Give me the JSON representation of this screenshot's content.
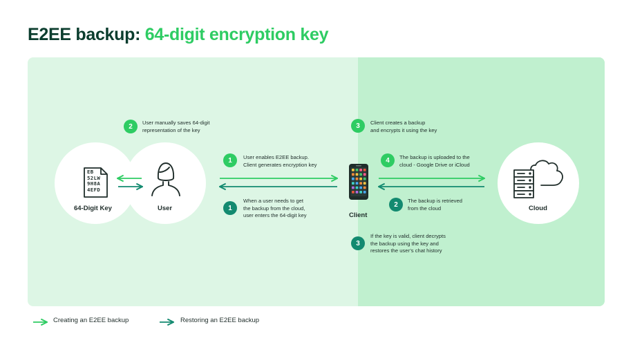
{
  "title": {
    "part1": "E2EE backup:",
    "part2": "64-digit encryption key"
  },
  "nodes": {
    "key": {
      "label": "64-Digit Key",
      "letters": [
        "EB",
        "52LW",
        "9H8A",
        "4EFD"
      ]
    },
    "user": {
      "label": "User"
    },
    "client": {
      "label": "Client"
    },
    "cloud": {
      "label": "Cloud"
    }
  },
  "steps": {
    "save_key": {
      "num": "2",
      "lines": [
        "User manually saves 64-digit",
        "representation of the key"
      ]
    },
    "enable_backup": {
      "num": "1",
      "lines": [
        "User enables E2EE backup.",
        "Client generates encryption key"
      ]
    },
    "enter_key": {
      "num": "1",
      "lines": [
        "When a user needs to get",
        "the backup from the cloud,",
        "user enters the 64-digit key"
      ]
    },
    "create_backup": {
      "num": "3",
      "lines": [
        "Client creates a backup",
        "and encrypts it using the key"
      ]
    },
    "upload": {
      "num": "4",
      "lines": [
        "The backup is uploaded to the",
        "cloud - Google Drive or iCloud"
      ]
    },
    "retrieve": {
      "num": "2",
      "lines": [
        "The backup is retrieved",
        "from the cloud"
      ]
    },
    "decrypt": {
      "num": "3",
      "lines": [
        "If the key is valid, client decrypts",
        "the backup using the key and",
        "restores the user’s chat history"
      ]
    }
  },
  "legend": {
    "create": "Creating an E2EE backup",
    "restore": "Restoring an E2EE backup"
  },
  "colors": {
    "create_arrow": "#2ecc63",
    "restore_arrow": "#138a70",
    "panel_left": "#ddf6e5",
    "panel_right": "#c0f0cf",
    "title_dark": "#0b3d2e",
    "title_green": "#2ecc63"
  },
  "icons": [
    "key-document-icon",
    "user-icon",
    "smartphone-icon",
    "server-cloud-icon"
  ]
}
